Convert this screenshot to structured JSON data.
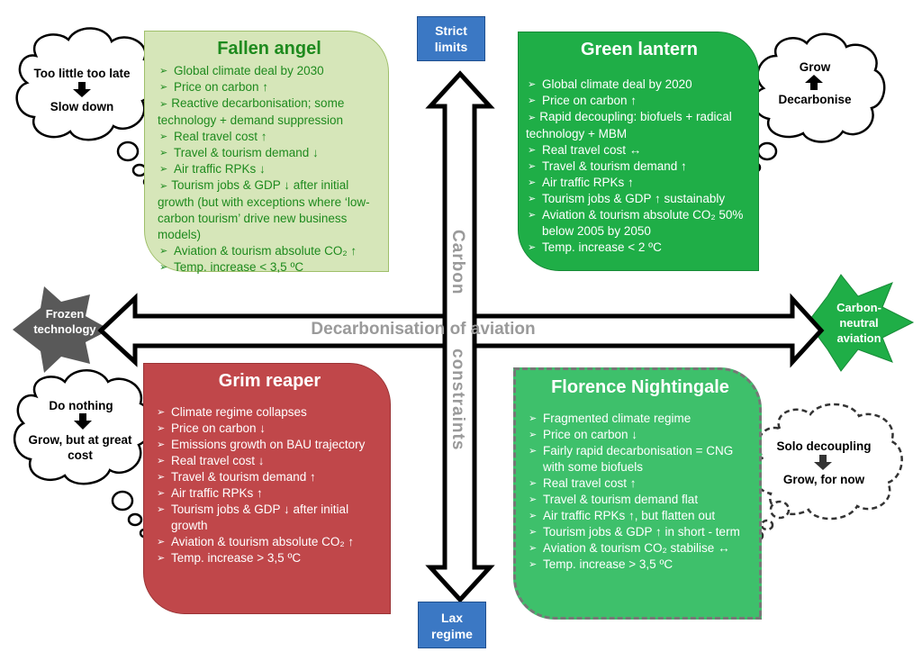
{
  "axes": {
    "horizontal_label": "Decarbonisation of aviation",
    "vertical_label_top": "Carbon",
    "vertical_label_bottom": "constraints",
    "top_end": "Strict limits",
    "bottom_end": "Lax regime",
    "left_end": "Frozen technology",
    "right_end": "Carbon-neutral aviation"
  },
  "quadrants": {
    "fallen_angel": {
      "title": "Fallen angel",
      "items": [
        "Global climate deal by 2030",
        "Price on carbon ↑",
        "Reactive decarbonisation; some technology + demand suppression",
        "Real travel cost ↑",
        "Travel & tourism demand ↓",
        "Air traffic RPKs  ↓",
        "Tourism jobs & GDP ↓ after initial growth (but with exceptions where ‘low-carbon tourism’ drive new business models)",
        "Aviation & tourism absolute CO₂ ↑",
        "Temp. increase < 3,5 ºC"
      ],
      "cloud": {
        "top": "Too little too late",
        "bottom": "Slow down"
      }
    },
    "green_lantern": {
      "title": "Green lantern",
      "items": [
        "Global climate deal  by 2020",
        "Price on carbon ↑",
        "Rapid decoupling: biofuels +  radical technology + MBM",
        "Real travel cost ↔",
        "Travel & tourism demand ↑",
        "Air traffic RPKs ↑",
        "Tourism jobs & GDP ↑ sustainably",
        "Aviation & tourism absolute CO₂ 50% below 2005 by 2050",
        "Temp. increase < 2 ºC"
      ],
      "cloud": {
        "top": "Grow",
        "bottom": "Decarbonise"
      }
    },
    "grim_reaper": {
      "title": "Grim reaper",
      "items": [
        "Climate regime collapses",
        "Price on carbon ↓",
        "Emissions growth on BAU trajectory",
        "Real travel cost ↓",
        "Travel & tourism demand ↑",
        "Air traffic RPKs ↑",
        "Tourism jobs & GDP ↓ after initial growth",
        "Aviation & tourism absolute CO₂ ↑",
        "Temp. increase > 3,5 ºC"
      ],
      "cloud": {
        "top": "Do nothing",
        "bottom": "Grow, but at great cost"
      }
    },
    "florence_nightingale": {
      "title": "Florence Nightingale",
      "items": [
        "Fragmented climate regime",
        "Price on carbon ↓",
        "Fairly rapid decarbonisation = CNG with some biofuels",
        "Real travel cost  ↑",
        "Travel & tourism demand flat",
        "Air traffic RPKs ↑, but flatten out",
        "Tourism jobs & GDP ↑ in short - term",
        "Aviation & tourism CO₂ stabilise ↔",
        "Temp. increase > 3,5 ºC"
      ],
      "cloud": {
        "top": "Solo decoupling",
        "bottom": "Grow, for now"
      }
    }
  },
  "colors": {
    "fallen_angel_fill": "#d6e6b9",
    "fallen_angel_text": "#1e8a1e",
    "green_lantern_fill": "#1fae47",
    "grim_reaper_fill": "#c0474a",
    "florence_fill": "#3ec06b",
    "axis_end_blue": "#3b78c4",
    "frozen_star": "#595959",
    "neutral_star": "#1fae47",
    "axis_label_gray": "#9a9a9a"
  },
  "icons": {
    "bullet": "arrowhead-bullet-icon",
    "cloud": "thought-cloud-icon",
    "cloud_arrow": "block-arrow-icon",
    "star": "star-burst-icon"
  }
}
